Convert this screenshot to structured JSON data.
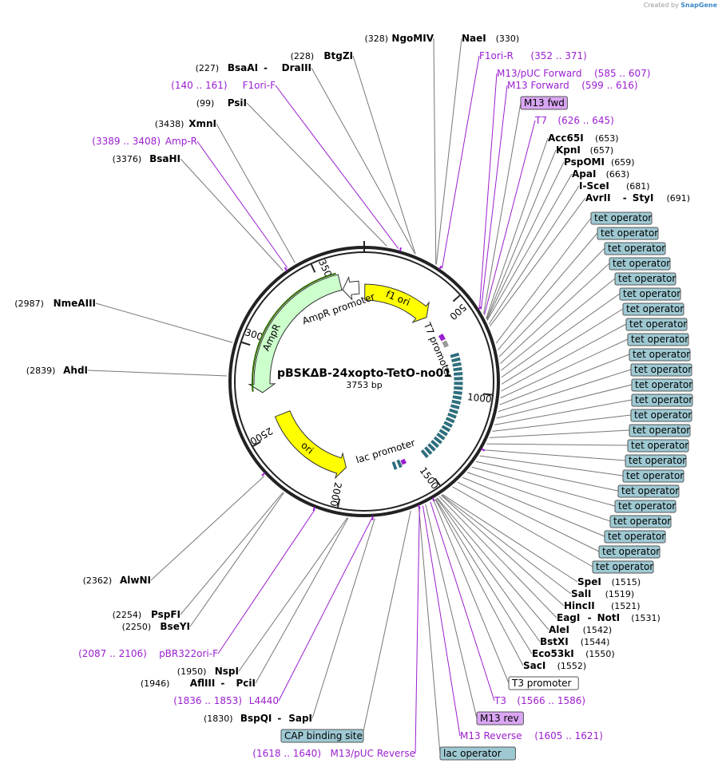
{
  "credit": {
    "prefix": "Created by",
    "brand": "SnapGene"
  },
  "plasmid": {
    "name": "pBSKΔB-24xopto-TetO-no01",
    "size_label": "3753 bp",
    "length": 3753
  },
  "ticks": [
    "500",
    "1000",
    "1500",
    "2000",
    "2500",
    "3000",
    "3500"
  ],
  "features": [
    {
      "name": "f1 ori",
      "color": "#ffff00",
      "start": 4,
      "end": 460,
      "dir": "cw",
      "label_inside": true
    },
    {
      "name": "AmpR promoter",
      "color": "#ffffff",
      "start": 3615,
      "end": 3720,
      "dir": "ccw"
    },
    {
      "name": "AmpR",
      "color": "#ccffcc",
      "start": 2750,
      "end": 3610,
      "dir": "ccw"
    },
    {
      "name": "ori",
      "color": "#ffff00",
      "start": 2000,
      "end": 2590,
      "dir": "ccw"
    },
    {
      "name": "lac promoter",
      "color": "#ffffff"
    },
    {
      "name": "T7 promoter",
      "color": "#ffffff"
    }
  ],
  "left_labels": [
    {
      "pos": "(328)",
      "name": "NgoMIV"
    },
    {
      "pos": "(228)",
      "name": "BtgZI"
    },
    {
      "pos": "(227)",
      "name": "BsaAI",
      "name2": "DraIII"
    },
    {
      "pos": "(140 .. 161)",
      "name": "F1ori-F",
      "primer": true
    },
    {
      "pos": "(99)",
      "name": "PsiI"
    },
    {
      "pos": "(3438)",
      "name": "XmnI"
    },
    {
      "pos": "(3389 .. 3408)",
      "name": "Amp-R",
      "primer": true
    },
    {
      "pos": "(3376)",
      "name": "BsaHI"
    },
    {
      "pos": "(2987)",
      "name": "NmeAIII"
    },
    {
      "pos": "(2839)",
      "name": "AhdI"
    },
    {
      "pos": "(2362)",
      "name": "AlwNI"
    },
    {
      "pos": "(2254)",
      "name": "PspFI"
    },
    {
      "pos": "(2250)",
      "name": "BseYI"
    },
    {
      "pos": "(2087 .. 2106)",
      "name": "pBR322ori-F",
      "primer": true
    },
    {
      "pos": "(1950)",
      "name": "NspI"
    },
    {
      "pos": "(1946)",
      "name": "AflIII",
      "name2": "PciI"
    },
    {
      "pos": "(1836 .. 1853)",
      "name": "L4440",
      "primer": true
    },
    {
      "pos": "(1830)",
      "name": "BspQI",
      "name2": "SapI"
    },
    {
      "pos": "(1618 .. 1640)",
      "name": "M13/pUC Reverse",
      "primer": true
    }
  ],
  "right_labels": [
    {
      "name": "NaeI",
      "pos": "(330)"
    },
    {
      "name": "F1ori-R",
      "pos": "(352 .. 371)",
      "primer": true
    },
    {
      "name": "M13/pUC Forward",
      "pos": "(585 .. 607)",
      "primer": true
    },
    {
      "name": "M13 Forward",
      "pos": "(599 .. 616)",
      "primer": true
    },
    {
      "name": "M13 fwd",
      "box": "purple"
    },
    {
      "name": "T7",
      "pos": "(626 .. 645)",
      "primer": true
    },
    {
      "name": "Acc65I",
      "pos": "(653)"
    },
    {
      "name": "KpnI",
      "pos": "(657)"
    },
    {
      "name": "PspOMI",
      "pos": "(659)"
    },
    {
      "name": "ApaI",
      "pos": "(663)"
    },
    {
      "name": "I-SceI",
      "pos": "(681)"
    },
    {
      "name": "AvrII",
      "name2": "StyI",
      "pos": "(691)"
    },
    {
      "name": "SpeI",
      "pos": "(1515)"
    },
    {
      "name": "SalI",
      "pos": "(1519)"
    },
    {
      "name": "HincII",
      "pos": "(1521)"
    },
    {
      "name": "EagI",
      "name2": "NotI",
      "pos": "(1531)"
    },
    {
      "name": "AleI",
      "pos": "(1542)"
    },
    {
      "name": "BstXI",
      "pos": "(1544)"
    },
    {
      "name": "Eco53kI",
      "pos": "(1550)"
    },
    {
      "name": "SacI",
      "pos": "(1552)"
    },
    {
      "name": "T3 promoter",
      "box": "white"
    },
    {
      "name": "T3",
      "pos": "(1566 .. 1586)",
      "primer": true
    },
    {
      "name": "M13 rev",
      "box": "purple"
    },
    {
      "name": "M13 Reverse",
      "pos": "(1605 .. 1621)",
      "primer": true
    },
    {
      "name": "lac operator",
      "box": "teal"
    }
  ],
  "tet_operator": {
    "name": "tet operator",
    "count": 24,
    "color": "#9ec9d3"
  },
  "cap_site": {
    "name": "CAP binding site",
    "color": "#9ec9d3"
  }
}
